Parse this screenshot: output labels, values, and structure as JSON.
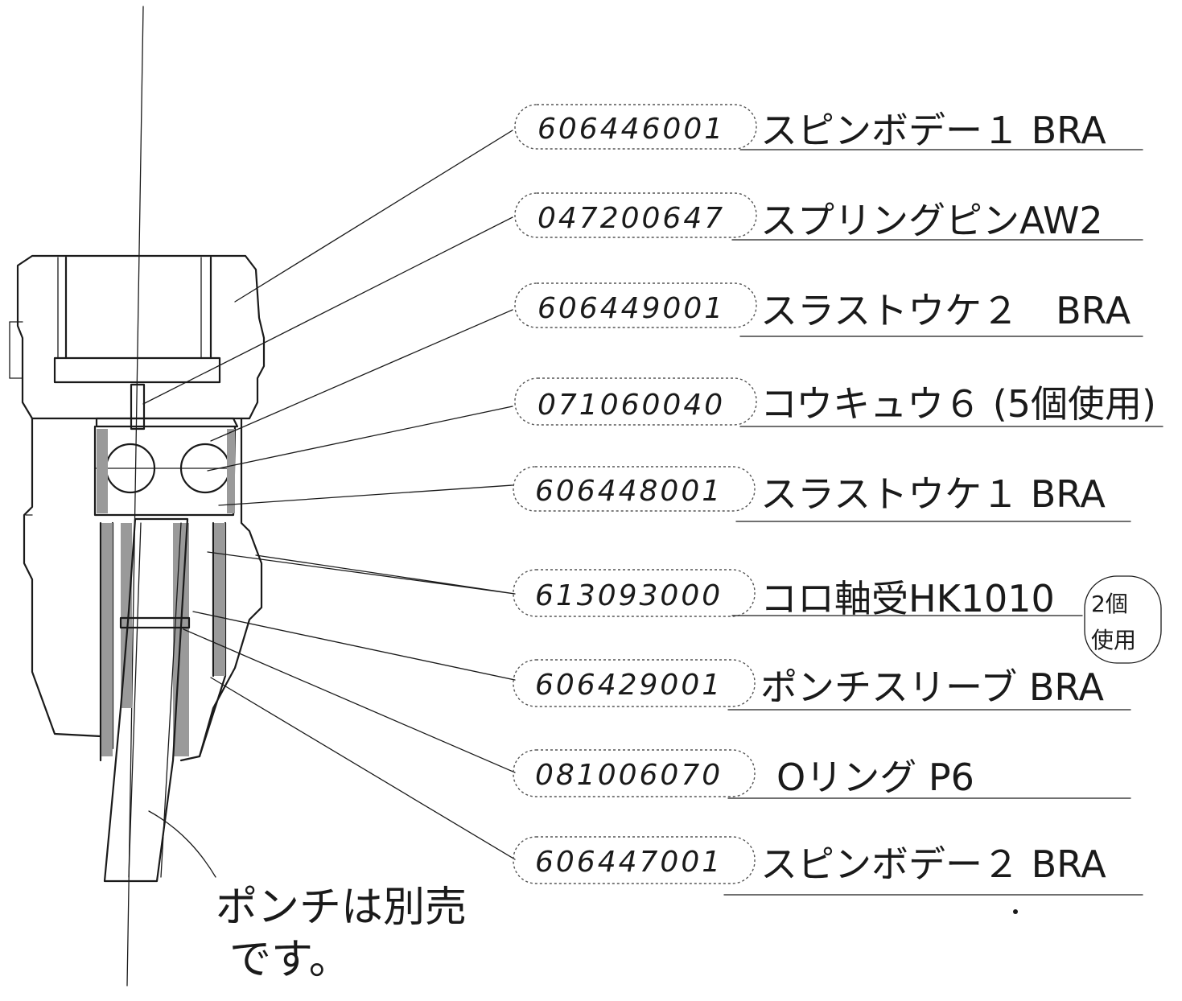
{
  "parts": [
    {
      "number": "606446001",
      "name": "スピンボデー１ BRA"
    },
    {
      "number": "047200647",
      "name": "スプリングピンAW2"
    },
    {
      "number": "606449001",
      "name": "スラストウケ２　BRA"
    },
    {
      "number": "071060040",
      "name": "コウキュウ６ (5個使用)"
    },
    {
      "number": "606448001",
      "name": "スラストウケ１ BRA"
    },
    {
      "number": "613093000",
      "name": "コロ軸受HK1010"
    },
    {
      "number": "606429001",
      "name": "ポンチスリーブ BRA"
    },
    {
      "number": "081006070",
      "name": "Oリング P6"
    },
    {
      "number": "606447001",
      "name": "スピンボデー２ BRA"
    }
  ],
  "qty_note": {
    "line1": "2個",
    "line2": "使用"
  },
  "note": {
    "line1": "ポンチは別売",
    "line2": "です。"
  }
}
